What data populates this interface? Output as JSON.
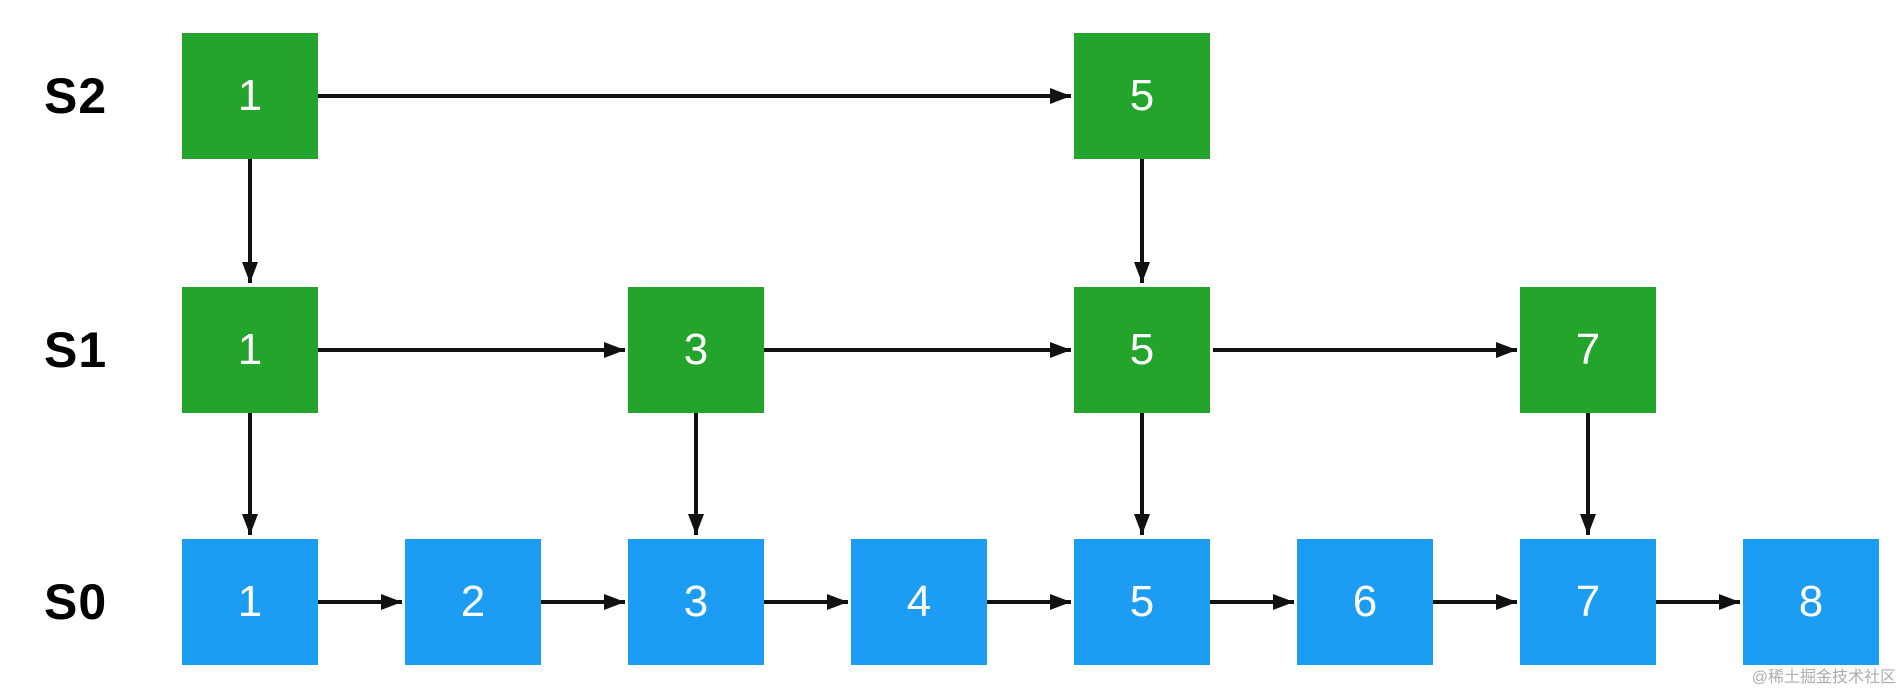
{
  "colors": {
    "green": "#23a42b",
    "blue": "#1d9cf4",
    "arrow": "#111111",
    "label": "#000000",
    "node-text": "#ffffff",
    "watermark": "#adadad"
  },
  "levels": [
    {
      "label": "S2",
      "nodes": [
        {
          "value": "1"
        },
        {
          "value": "5"
        }
      ]
    },
    {
      "label": "S1",
      "nodes": [
        {
          "value": "1"
        },
        {
          "value": "3"
        },
        {
          "value": "5"
        },
        {
          "value": "7"
        }
      ]
    },
    {
      "label": "S0",
      "nodes": [
        {
          "value": "1"
        },
        {
          "value": "2"
        },
        {
          "value": "3"
        },
        {
          "value": "4"
        },
        {
          "value": "5"
        },
        {
          "value": "6"
        },
        {
          "value": "7"
        },
        {
          "value": "8"
        }
      ]
    }
  ],
  "edges": [
    "S2:1 -> S2:5",
    "S2:1 -> S1:1",
    "S2:5 -> S1:5",
    "S1:1 -> S1:3",
    "S1:3 -> S1:5",
    "S1:5 -> S1:7",
    "S1:1 -> S0:1",
    "S1:3 -> S0:3",
    "S1:5 -> S0:5",
    "S1:7 -> S0:7",
    "S0:1 -> S0:2",
    "S0:2 -> S0:3",
    "S0:3 -> S0:4",
    "S0:4 -> S0:5",
    "S0:5 -> S0:6",
    "S0:6 -> S0:7",
    "S0:7 -> S0:8"
  ],
  "watermark": {
    "text": "@稀土掘金技术社区"
  }
}
